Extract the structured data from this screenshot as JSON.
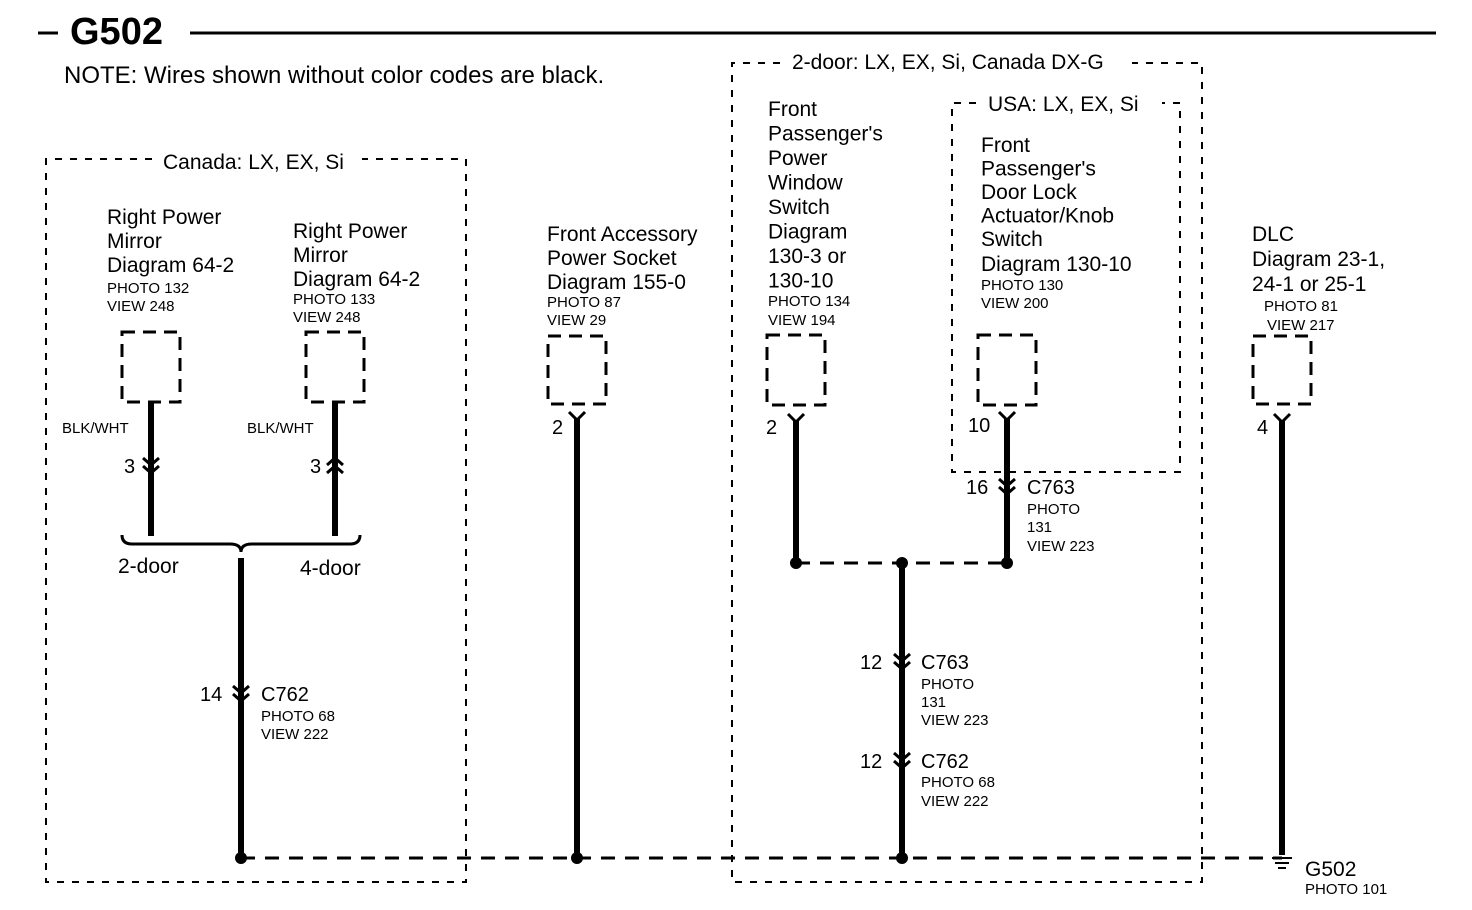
{
  "header": {
    "title": "G502",
    "note": "NOTE: Wires shown without color codes are black."
  },
  "groups": {
    "canada": "Canada: LX, EX, Si",
    "twodoor": "2-door: LX, EX, Si, Canada DX-G",
    "usa": "USA: LX, EX, Si"
  },
  "components": {
    "mirror_2door": {
      "lines": [
        "Right Power",
        "Mirror",
        "Diagram 64-2"
      ],
      "photo": "PHOTO 132",
      "view": "VIEW 248",
      "pin": "3",
      "wire_color": "BLK/WHT"
    },
    "mirror_4door": {
      "lines": [
        "Right Power",
        "Mirror",
        "Diagram 64-2"
      ],
      "photo": "PHOTO 133",
      "view": "VIEW 248",
      "pin": "3",
      "wire_color": "BLK/WHT"
    },
    "accessory_socket": {
      "lines": [
        "Front Accessory",
        "Power Socket",
        "Diagram 155-0"
      ],
      "photo": "PHOTO 87",
      "view": "VIEW 29",
      "pin": "2"
    },
    "window_switch": {
      "lines": [
        "Front",
        "Passenger's",
        "Power",
        "Window",
        "Switch",
        "Diagram",
        "130-3 or",
        "130-10"
      ],
      "photo": "PHOTO 134",
      "view": "VIEW 194",
      "pin": "2"
    },
    "door_lock": {
      "lines": [
        "Front",
        "Passenger's",
        "Door Lock",
        "Actuator/Knob",
        "Switch",
        "Diagram 130-10"
      ],
      "photo": "PHOTO 130",
      "view": "VIEW 200",
      "pin": "10"
    },
    "dlc": {
      "lines": [
        "DLC",
        "Diagram 23-1,",
        "24-1 or 25-1"
      ],
      "photo": "PHOTO 81",
      "view": "VIEW 217",
      "pin": "4"
    }
  },
  "splice_labels": {
    "left": "2-door",
    "right": "4-door"
  },
  "connectors": {
    "c762_left": {
      "pin": "14",
      "name": "C762",
      "photo": "PHOTO 68",
      "view": "VIEW 222"
    },
    "c763_upper": {
      "pin": "16",
      "name": "C763",
      "photo": "PHOTO",
      "photo_num": "131",
      "view": "VIEW 223"
    },
    "c763_lower": {
      "pin": "12",
      "name": "C763",
      "photo": "PHOTO",
      "photo_num": "131",
      "view": "VIEW 223"
    },
    "c762_lower": {
      "pin": "12",
      "name": "C762",
      "photo": "PHOTO 68",
      "view": "VIEW 222"
    }
  },
  "ground": {
    "name": "G502",
    "photo": "PHOTO 101"
  },
  "icons": [
    "ground-symbol-icon",
    "connector-chevron-icon"
  ]
}
